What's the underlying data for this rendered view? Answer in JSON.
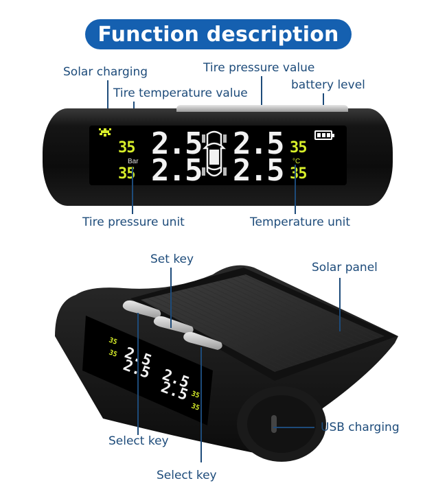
{
  "title": "Function description",
  "top_labels": {
    "solar_charging": "Solar charging",
    "tire_temperature_value": "Tire temperature value",
    "tire_pressure_value": "Tire pressure value",
    "battery_level": "battery level",
    "tire_pressure_unit": "Tire pressure unit",
    "temperature_unit": "Temperature unit"
  },
  "display": {
    "pressure_front_left": "2.5",
    "pressure_front_right": "2.5",
    "pressure_rear_left": "2.5",
    "pressure_rear_right": "2.5",
    "temp_front_left": "35",
    "temp_front_right": "35",
    "temp_rear_left": "35",
    "temp_rear_right": "35",
    "pressure_unit": "Bar",
    "temperature_unit": "°C",
    "icons": [
      "solar-sun-icon",
      "battery-icon",
      "car-top-view-icon"
    ]
  },
  "bottom_labels": {
    "set_key": "Set key",
    "solar_panel": "Solar panel",
    "select_key_left": "Select key",
    "select_key_right": "Select key",
    "usb_charging": "USB charging"
  },
  "colors": {
    "title_bg": "#1560b0",
    "label_text": "#1d4b7a",
    "lcd_yellow": "#d8ef2a",
    "lcd_white": "#f2f2f2"
  }
}
